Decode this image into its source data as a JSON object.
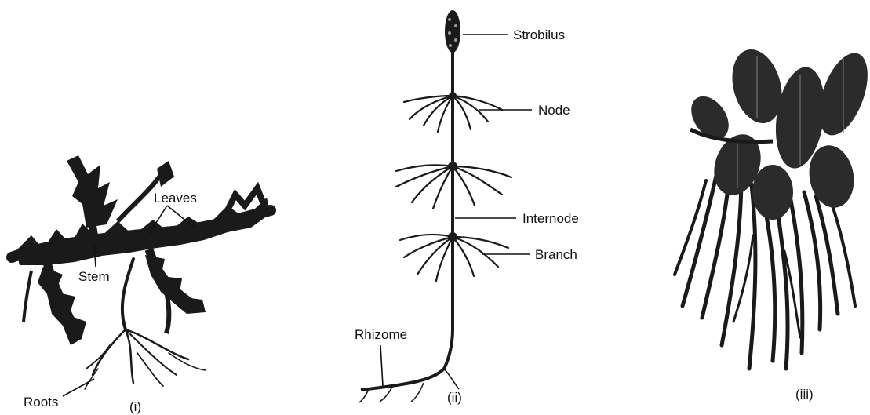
{
  "panels": [
    {
      "caption": "(i)",
      "labels": {
        "leaves": "Leaves",
        "stem": "Stem",
        "roots": "Roots"
      }
    },
    {
      "caption": "(ii)",
      "labels": {
        "strobilus": "Strobilus",
        "node": "Node",
        "internode": "Internode",
        "branch": "Branch",
        "rhizome": "Rhizome"
      }
    },
    {
      "caption": "(iii)",
      "labels": {}
    }
  ],
  "ink_color": "#1a1a1a"
}
